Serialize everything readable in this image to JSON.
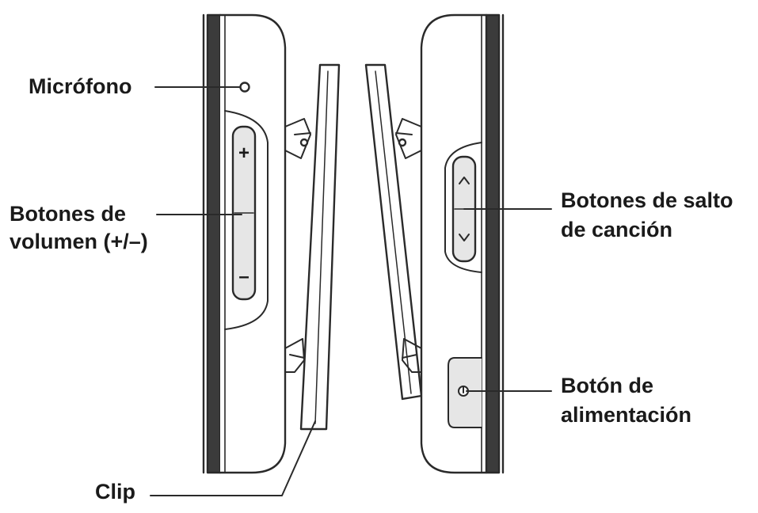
{
  "labels": {
    "microphone": "Micrófono",
    "volume_line1": "Botones de",
    "volume_line2": "volumen (+/–)",
    "clip": "Clip",
    "skip_line1": "Botones de salto",
    "skip_line2": "de canción",
    "power_line1": "Botón de",
    "power_line2": "alimentación"
  },
  "button_glyphs": {
    "volume_up": "+",
    "volume_down": "–"
  },
  "icons": {
    "skip_up": "chevron-up-icon",
    "skip_down": "chevron-down-icon",
    "power": "power-icon",
    "microphone": "microphone-hole-icon"
  },
  "colors": {
    "edge_band": "#3b3b3b",
    "outline": "#2a2a2a",
    "button_fill": "#e6e6e6",
    "background": "#ffffff"
  }
}
